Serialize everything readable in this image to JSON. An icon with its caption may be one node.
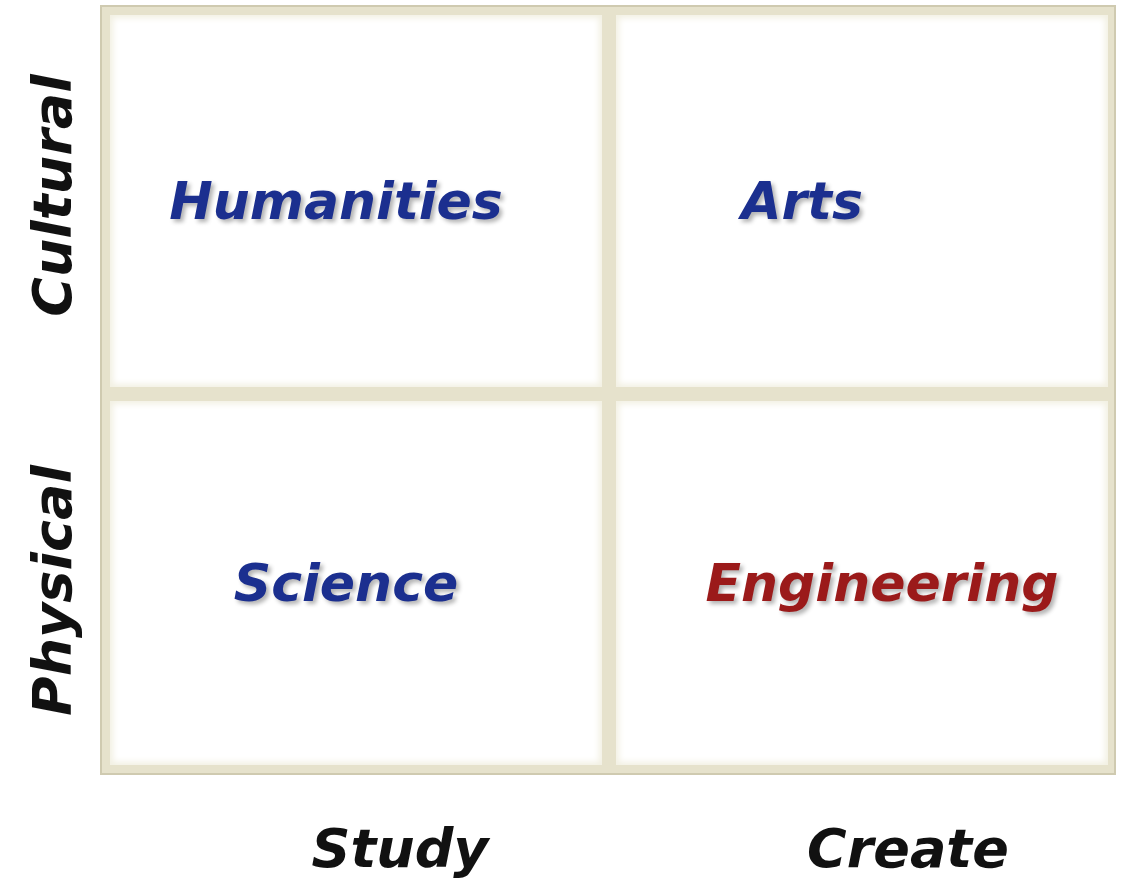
{
  "diagram": {
    "nodes": [
      {
        "text": [
          "Humanities"
        ]
      },
      {
        "text": [
          "Arts"
        ]
      },
      {
        "text": [
          "Science"
        ]
      },
      {
        "text": [
          "Engineering"
        ]
      }
    ],
    "labels": [
      "Cultural",
      "Physical",
      "Study",
      "Create"
    ]
  }
}
